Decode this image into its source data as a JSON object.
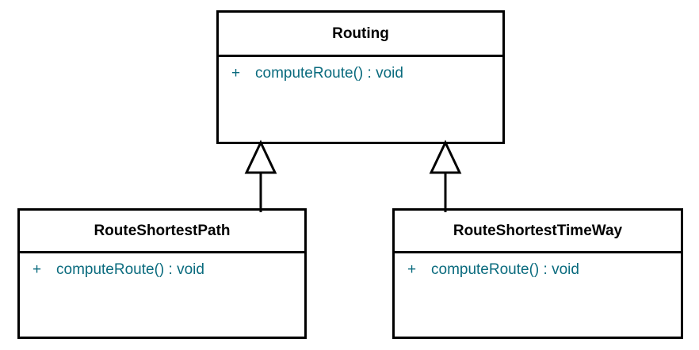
{
  "diagram": {
    "type": "uml-class-diagram",
    "background_color": "#ffffff",
    "line_color": "#000000",
    "title_color": "#000000",
    "member_color": "#0a6b7e",
    "classes": [
      {
        "id": "routing",
        "name": "Routing",
        "members": [
          {
            "visibility": "+",
            "signature": "computeRoute() : void"
          }
        ]
      },
      {
        "id": "route-shortest-path",
        "name": "RouteShortestPath",
        "members": [
          {
            "visibility": "+",
            "signature": "computeRoute() : void"
          }
        ]
      },
      {
        "id": "route-shortest-time-way",
        "name": "RouteShortestTimeWay",
        "members": [
          {
            "visibility": "+",
            "signature": "computeRoute() : void"
          }
        ]
      }
    ],
    "relationships": [
      {
        "kind": "generalization",
        "from": "RouteShortestPath",
        "to": "Routing"
      },
      {
        "kind": "generalization",
        "from": "RouteShortestTimeWay",
        "to": "Routing"
      }
    ]
  }
}
